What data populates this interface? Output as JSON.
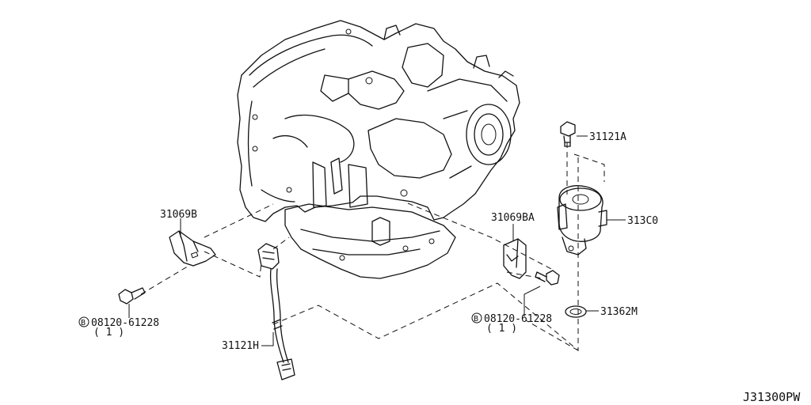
{
  "diagram_ref": "J31300PW",
  "callouts": [
    {
      "id": "31069B",
      "text": "31069B"
    },
    {
      "id": "31069BA",
      "text": "31069BA"
    },
    {
      "id": "31121A",
      "text": "31121A"
    },
    {
      "id": "313C0",
      "text": "313C0"
    },
    {
      "id": "31362M",
      "text": "31362M"
    },
    {
      "id": "31121H",
      "text": "31121H"
    },
    {
      "id": "bolt-left",
      "text": "08120-61228",
      "qty": "( 1 )",
      "badge": "B"
    },
    {
      "id": "bolt-right",
      "text": "08120-61228",
      "qty": "( 1 )",
      "badge": "B"
    }
  ]
}
